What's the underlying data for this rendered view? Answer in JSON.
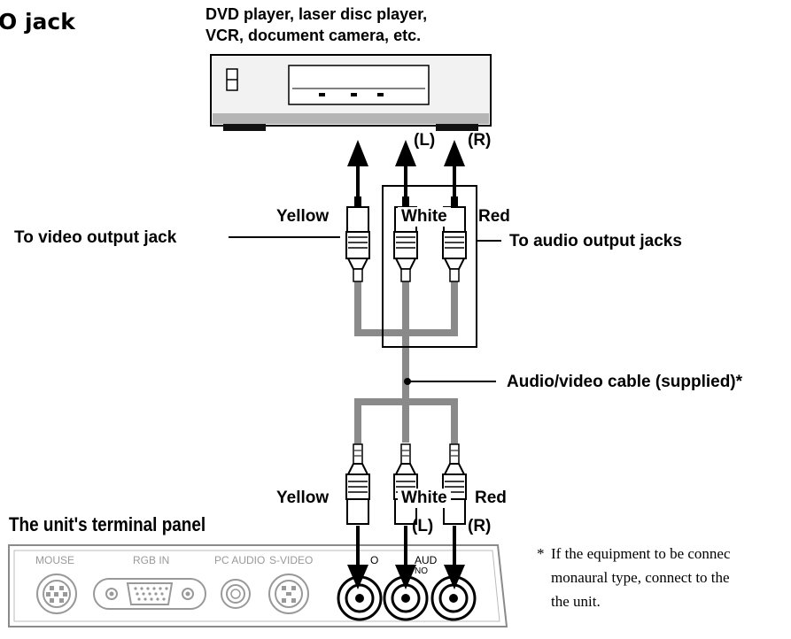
{
  "section_title_fragment": "O jack",
  "source_device": {
    "label_line1": "DVD player, laser disc player,",
    "label_line2": "VCR, document camera, etc."
  },
  "labels": {
    "L_top": "(L)",
    "R_top": "(R)",
    "yellow_top": "Yellow",
    "white_top": "White",
    "red_top": "Red",
    "to_video_output": "To video output jack",
    "to_audio_output": "To audio output jacks",
    "cable": "Audio/video cable (supplied)*",
    "yellow_bottom": "Yellow",
    "white_bottom": "White",
    "red_bottom": "Red",
    "L_bottom": "(L)",
    "R_bottom": "(R)"
  },
  "terminal_panel": {
    "title": "The unit's terminal panel",
    "ports": [
      "MOUSE",
      "RGB IN",
      "PC AUDIO",
      "S-VIDEO",
      "O",
      "AUD",
      "NO"
    ]
  },
  "footnote": {
    "star": "*",
    "line1": "If the equipment to be connec",
    "line2": "monaural type, connect to the",
    "line3": "the unit."
  }
}
